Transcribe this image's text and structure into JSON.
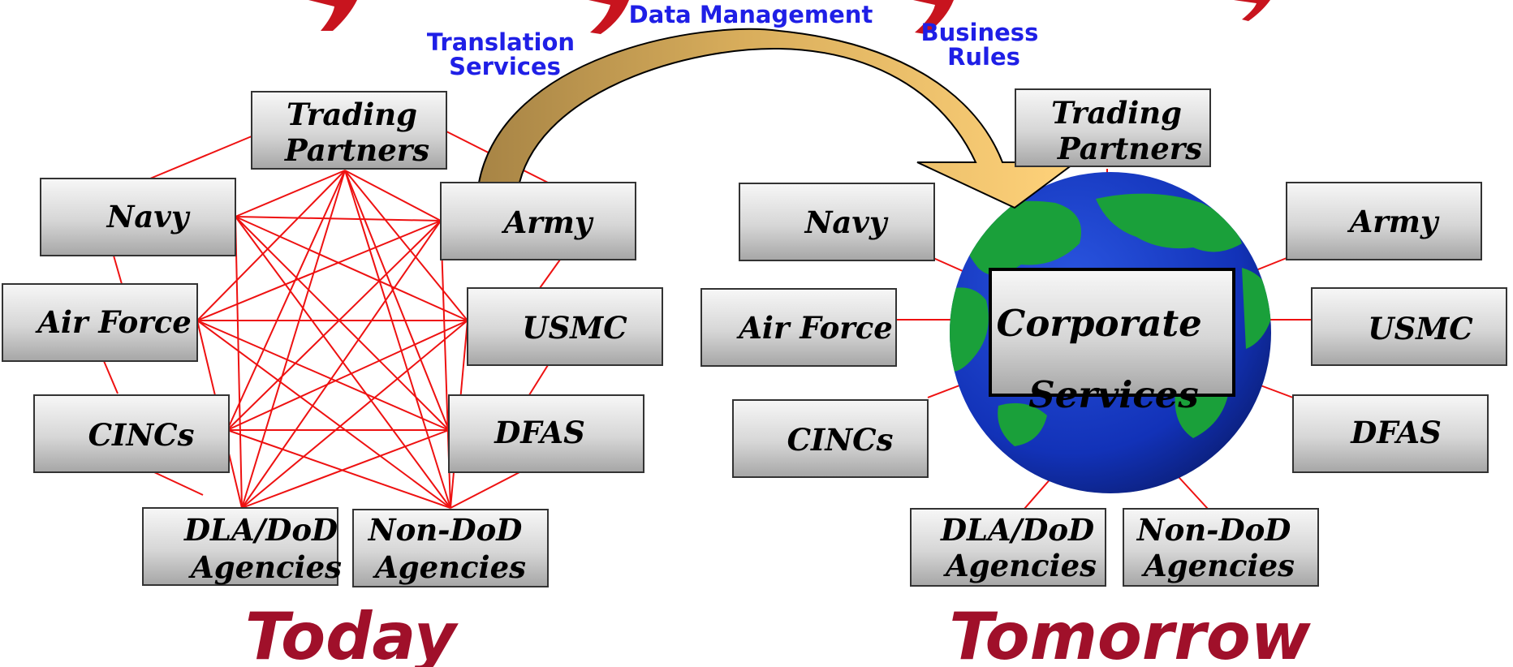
{
  "labels": {
    "data_management": "Data Management",
    "translation_services": [
      "Translation",
      "Services"
    ],
    "business_rules": [
      "Business",
      "Rules"
    ],
    "today": "Today",
    "tomorrow": "Tomorrow",
    "corporate_services": [
      "Corporate",
      "Services"
    ]
  },
  "today_nodes": {
    "trading_partners": [
      "Trading",
      "Partners"
    ],
    "navy": [
      "Navy"
    ],
    "army": [
      "Army"
    ],
    "air_force": [
      "Air Force"
    ],
    "usmc": [
      "USMC"
    ],
    "cincs": [
      "CINCs"
    ],
    "dfas": [
      "DFAS"
    ],
    "dla": [
      "DLA/DoD",
      "Agencies"
    ],
    "non_dod": [
      "Non-DoD",
      "Agencies"
    ]
  },
  "tomorrow_nodes": {
    "trading_partners": [
      "Trading",
      "Partners"
    ],
    "navy": [
      "Navy"
    ],
    "army": [
      "Army"
    ],
    "air_force": [
      "Air Force"
    ],
    "usmc": [
      "USMC"
    ],
    "cincs": [
      "CINCs"
    ],
    "dfas": [
      "DFAS"
    ],
    "dla": [
      "DLA/DoD",
      "Agencies"
    ],
    "non_dod": [
      "Non-DoD",
      "Agencies"
    ]
  },
  "colors": {
    "connector": "#ee1111",
    "arc_label": "#1f1fe6",
    "big_label": "#a0102a",
    "ocean": "#1030b0",
    "land": "#1aa03a",
    "box_fill_top": "#f4f4f4",
    "box_fill_bottom": "#a8a8a8"
  }
}
